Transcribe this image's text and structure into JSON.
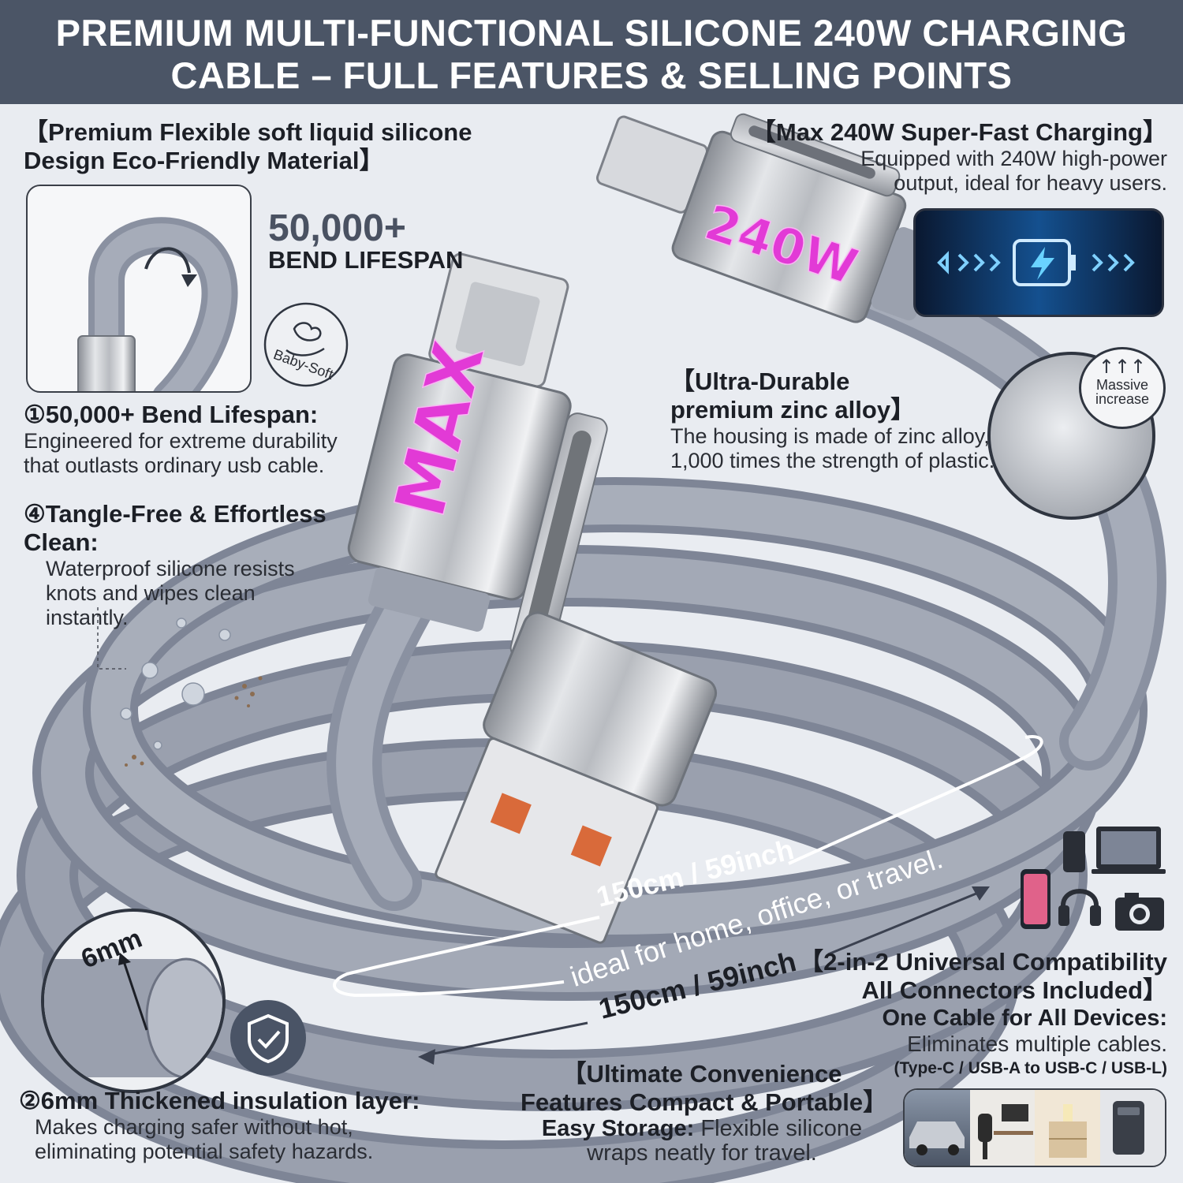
{
  "header": {
    "line1": "PREMIUM MULTI-FUNCTIONAL SILICONE 240W CHARGING",
    "line2": "CABLE – FULL FEATURES & SELLING POINTS"
  },
  "connectors": {
    "brand_text": "MAX",
    "power_text": "240W"
  },
  "silicone": {
    "title_line1": "【Premium Flexible soft liquid silicone",
    "title_line2": "Design Eco-Friendly Material】",
    "bend_count": "50,000+",
    "bend_label": "BEND LIFESPAN",
    "soft_badge": "Baby-Soft"
  },
  "bend_feature": {
    "title": "①50,000+ Bend Lifespan:",
    "line1": "Engineered for extreme durability",
    "line2": "that outlasts ordinary usb cable."
  },
  "tangle_feature": {
    "title": "④Tangle-Free & Effortless Clean:",
    "line1": "Waterproof silicone resists",
    "line2": "knots and wipes clean",
    "line3": "instantly."
  },
  "charging": {
    "title": "【Max 240W Super-Fast Charging】",
    "line1": "Equipped with 240W high-power",
    "line2": "output, ideal for heavy users."
  },
  "alloy": {
    "title_line1": "【Ultra-Durable",
    "title_line2": "premium zinc alloy】",
    "line1": "The housing is made of zinc alloy,",
    "line2": "1,000 times the strength of plastic.",
    "badge_line1": "Massive",
    "badge_line2": "increase"
  },
  "thickness": {
    "dimension": "6mm",
    "title": "②6mm Thickened insulation layer:",
    "line1": "Makes charging safer without hot,",
    "line2": "eliminating potential safety hazards."
  },
  "length": {
    "top_label": "150cm / 59inch",
    "middle_label": "ideal for home, office, or travel.",
    "bottom_label": "150cm / 59inch"
  },
  "compatibility": {
    "title_line1": "【2-in-2 Universal Compatibility",
    "title_line2": "All Connectors Included】",
    "subtitle": "One Cable for All Devices:",
    "line1": "Eliminates multiple cables.",
    "line2": "(Type-C / USB-A to USB-C / USB-L)"
  },
  "convenience": {
    "title_line1": "【Ultimate Convenience",
    "title_line2": "Features Compact & Portable】",
    "lead": "Easy Storage:",
    "line1_rest": " Flexible silicone",
    "line2": "wraps neatly for travel."
  },
  "colors": {
    "header_bg": "#4b5566",
    "cable_gray": "#8f96a6",
    "brand_magenta": "#e23ad6",
    "background": "#e9ecf1"
  }
}
